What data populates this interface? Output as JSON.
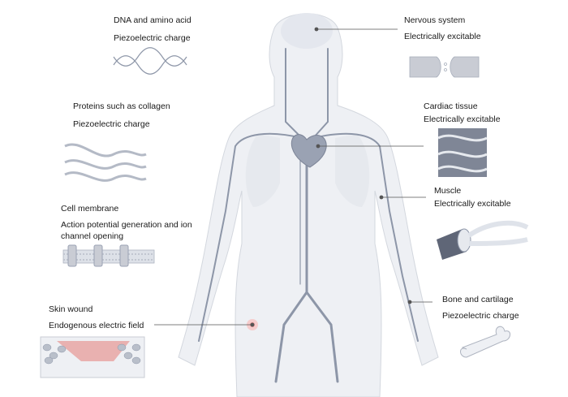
{
  "labels": {
    "dna": {
      "title": "DNA and amino acid",
      "property": "Piezoelectric charge"
    },
    "proteins": {
      "title": "Proteins such as collagen",
      "property": "Piezoelectric charge"
    },
    "membrane": {
      "title": "Cell membrane",
      "property": "Action potential generation and ion channel opening"
    },
    "skin": {
      "title": "Skin wound",
      "property": "Endogenous electric field"
    },
    "nervous": {
      "title": "Nervous system",
      "property": "Electrically excitable"
    },
    "cardiac": {
      "title": "Cardiac tissue",
      "property": "Electrically excitable"
    },
    "muscle": {
      "title": "Muscle",
      "property": "Electrically excitable"
    },
    "bone": {
      "title": "Bone and cartilage",
      "property": "Piezoelectric charge"
    }
  },
  "colors": {
    "body_fill": "#eef0f4",
    "body_stroke": "#d3d7de",
    "vessel": "#8d96a8",
    "leader": "#555555",
    "tissue": "#c9ccd4",
    "wound": "#e7a6a3"
  }
}
